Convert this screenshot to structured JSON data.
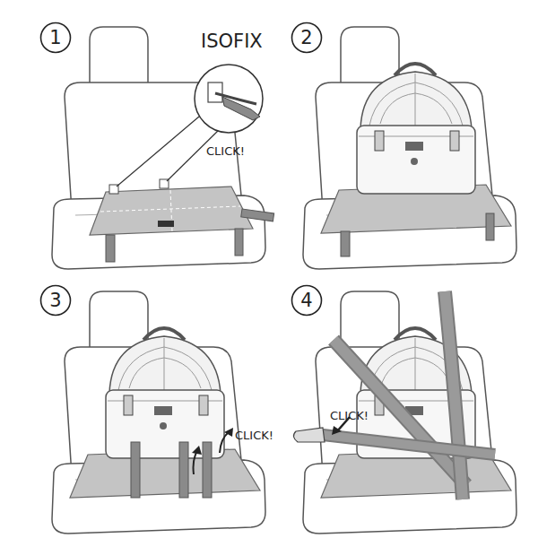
{
  "diagram": {
    "nodes": [
      {
        "text": [
          "1"
        ]
      },
      {
        "text": [
          "2"
        ]
      },
      {
        "text": [
          "3"
        ]
      },
      {
        "text": [
          "4"
        ]
      }
    ],
    "labels": [
      "ISOFIX",
      "CLICK!",
      "CLICK!",
      "CLICK!"
    ]
  }
}
